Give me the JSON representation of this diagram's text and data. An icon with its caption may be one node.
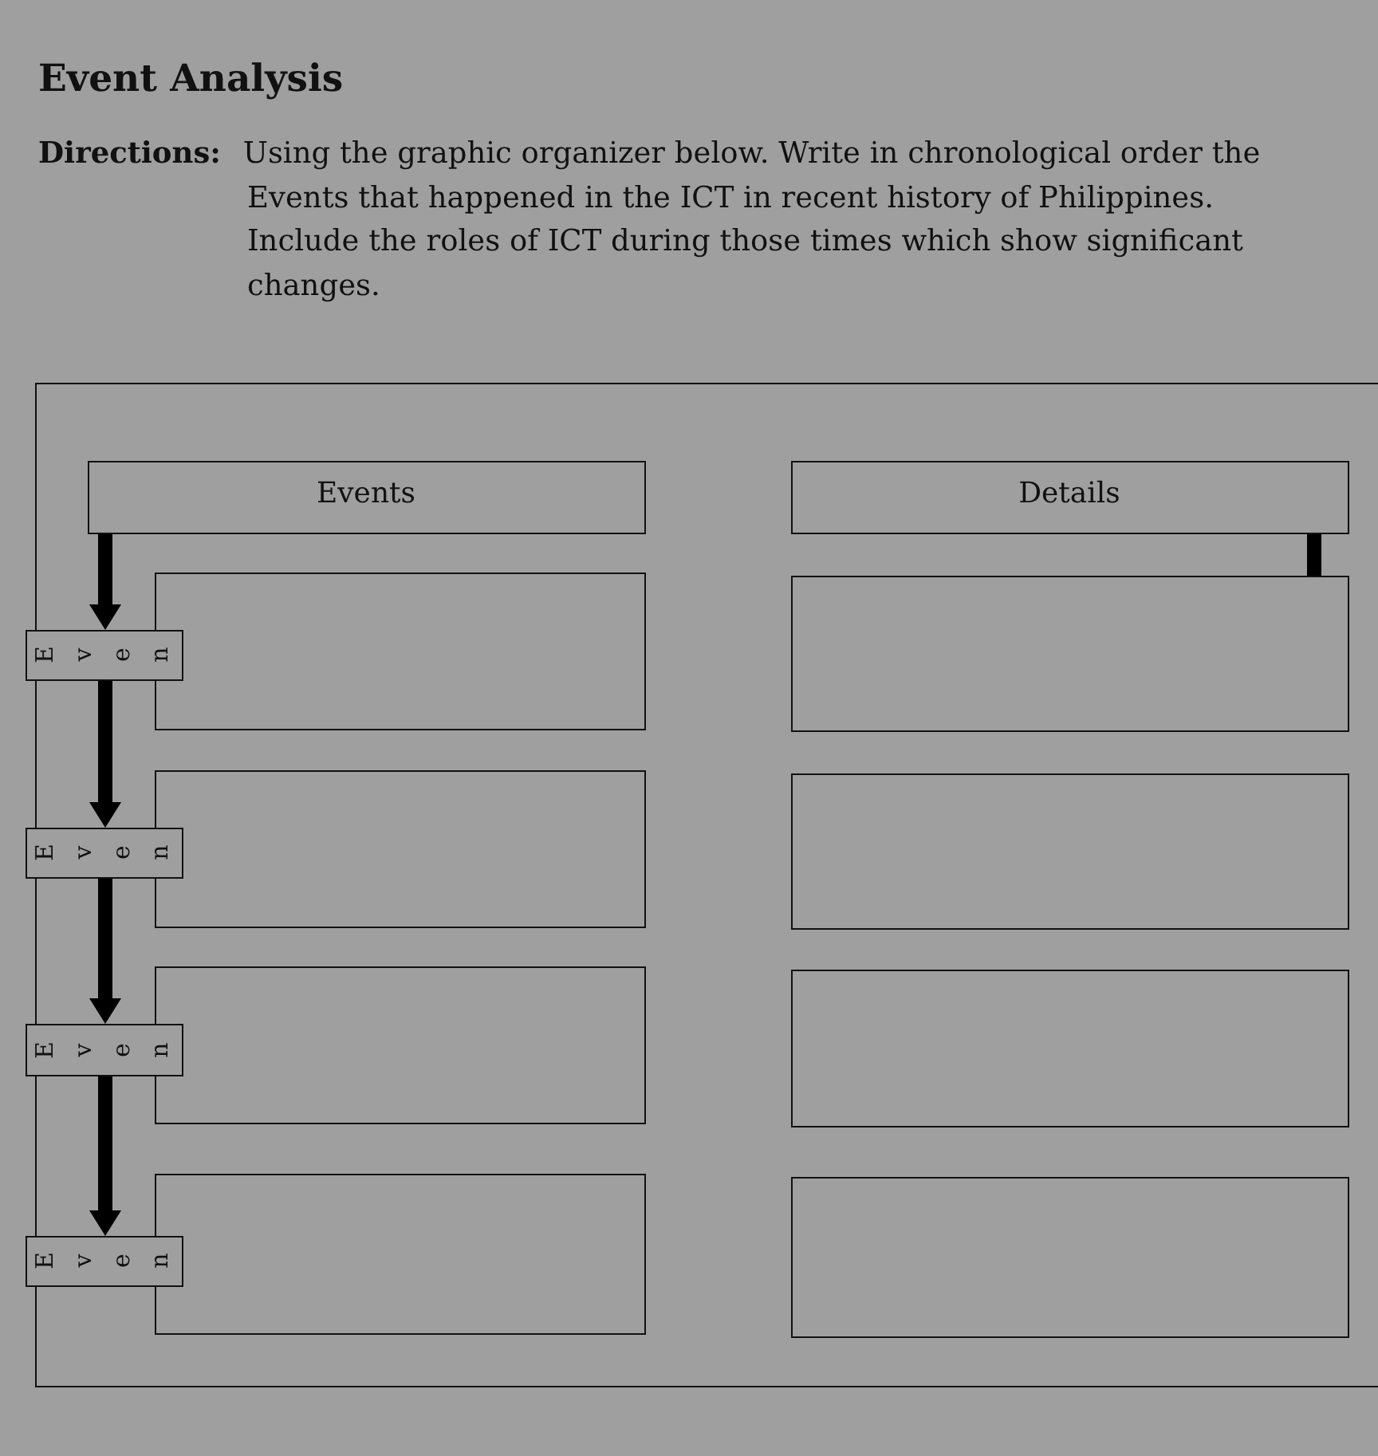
{
  "diagram": {
    "title": "Event Analysis",
    "nodes": [
      {
        "text": [],
        "shape": "box"
      },
      {
        "text": [
          "Events"
        ],
        "in": 0
      },
      {
        "text": [
          "Details"
        ],
        "in": 0
      },
      {
        "text": [
          "Even"
        ]
      },
      {
        "text": [],
        "shape": "box",
        "in": 0
      },
      {
        "text": [],
        "shape": "box",
        "in": 0
      },
      {
        "text": [
          "Even"
        ]
      },
      {
        "text": [],
        "shape": "box",
        "in": 0
      },
      {
        "text": [],
        "shape": "box",
        "in": 0
      },
      {
        "text": [
          "Even"
        ]
      },
      {
        "text": [],
        "shape": "box",
        "in": 0
      },
      {
        "text": [],
        "shape": "box",
        "in": 0
      },
      {
        "text": [
          "Even"
        ]
      },
      {
        "text": [],
        "shape": "box",
        "in": 0
      },
      {
        "text": [],
        "shape": "box",
        "in": 0
      }
    ],
    "edges": [
      {
        "from": 1,
        "to": 3,
        "arrow": "to"
      },
      {
        "from": 3,
        "to": 6,
        "arrow": "to"
      },
      {
        "from": 6,
        "to": 9,
        "arrow": "to"
      },
      {
        "from": 9,
        "to": 12,
        "arrow": "to"
      },
      {
        "from": 2,
        "to": 5,
        "arrow": "none"
      }
    ],
    "labels": [
      "**Directions:** Using the graphic organizer below. Write in chronological order the Events that happened in the ICT in recent history of Philippines. Include the roles of ICT during those times which show significant changes."
    ]
  }
}
